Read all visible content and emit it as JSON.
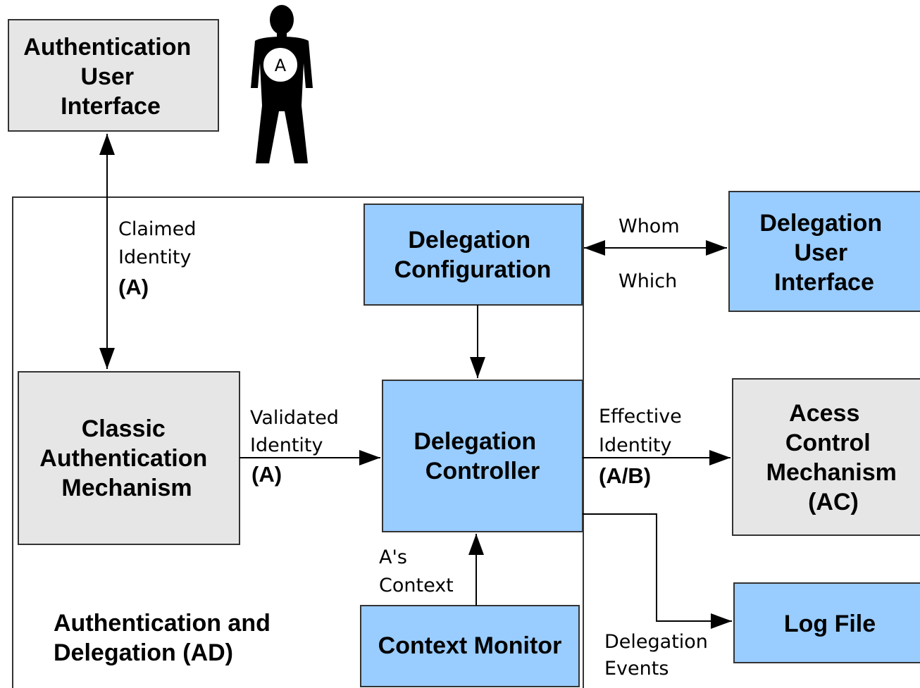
{
  "colors": {
    "grey_box": "#e6e6e6",
    "blue_box": "#99ccff",
    "border": "#333333",
    "arrow": "#000000"
  },
  "nodes": {
    "auth_ui": {
      "lines": [
        "Authentication",
        "User",
        "Interface"
      ]
    },
    "user": {
      "badge": "A"
    },
    "classic_auth": {
      "lines": [
        "Classic",
        "Authentication",
        "Mechanism"
      ]
    },
    "deleg_config": {
      "lines": [
        "Delegation",
        "Configuration"
      ]
    },
    "deleg_ui": {
      "lines": [
        "Delegation",
        "User",
        "Interface"
      ]
    },
    "deleg_controller": {
      "lines": [
        "Delegation",
        "Controller"
      ]
    },
    "access_control": {
      "lines": [
        "Acess",
        "Control",
        "Mechanism",
        "(AC)"
      ]
    },
    "context_monitor": {
      "lines": [
        "Context Monitor"
      ]
    },
    "log_file": {
      "lines": [
        "Log File"
      ]
    }
  },
  "container": {
    "lines": [
      "Authentication and",
      "Delegation (AD)"
    ]
  },
  "edges": {
    "claimed": {
      "lines": [
        "Claimed",
        "Identity"
      ],
      "tag": "(A)"
    },
    "validated": {
      "lines": [
        "Validated",
        "Identity"
      ],
      "tag": "(A)"
    },
    "effective": {
      "lines": [
        "Effective",
        "Identity"
      ],
      "tag": "(A/B)"
    },
    "whom": {
      "label": "Whom"
    },
    "which": {
      "label": "Which"
    },
    "context": {
      "lines": [
        "A's",
        "Context"
      ]
    },
    "events": {
      "lines": [
        "Delegation",
        "Events"
      ]
    }
  }
}
